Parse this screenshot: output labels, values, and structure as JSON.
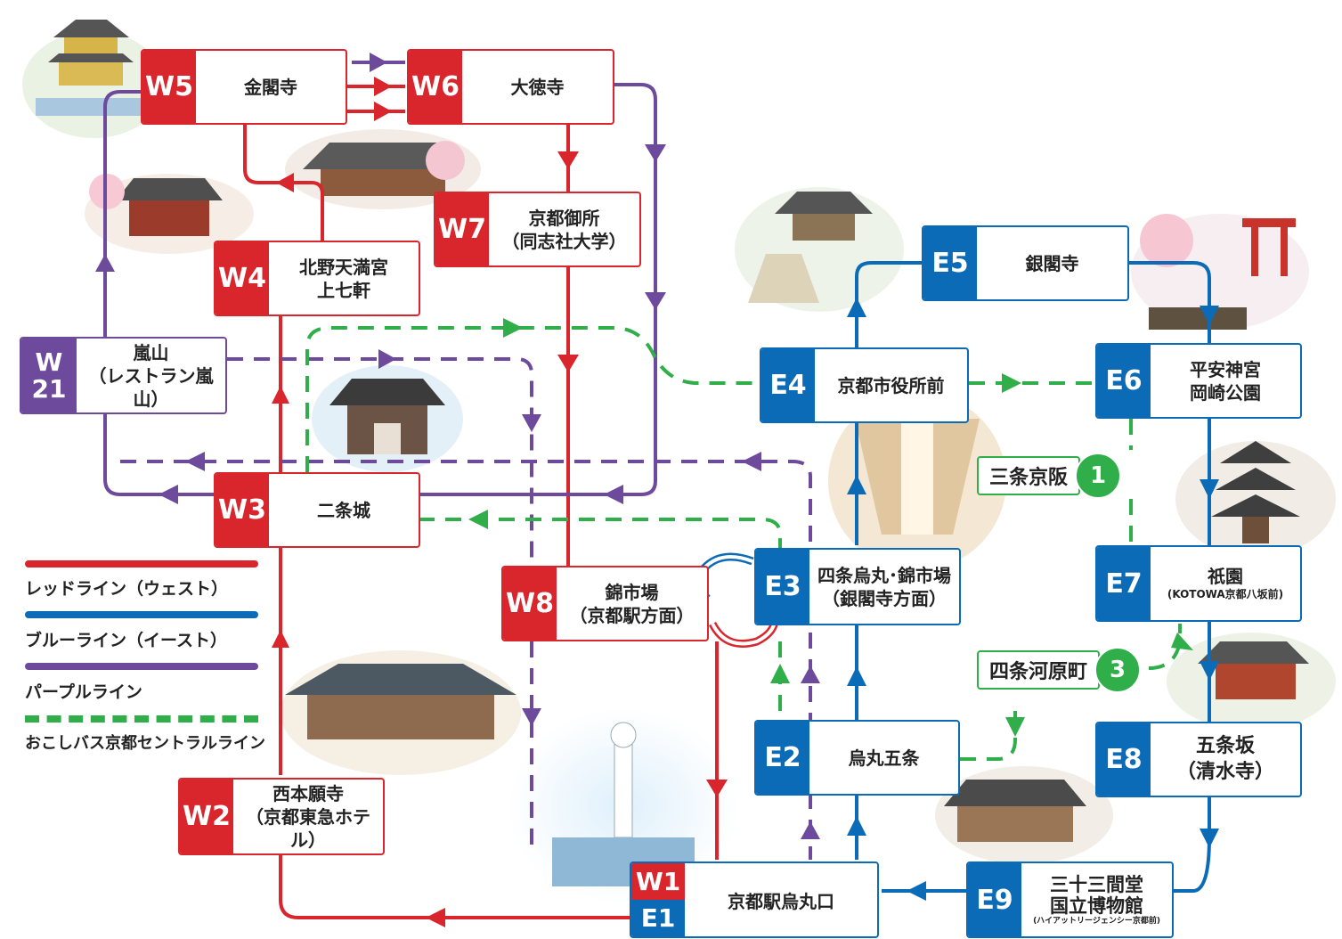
{
  "stops": {
    "w5": {
      "code": "W5",
      "name": "金閣寺"
    },
    "w6": {
      "code": "W6",
      "name": "大徳寺"
    },
    "w7": {
      "code": "W7",
      "line1": "京都御所",
      "line2": "（同志社大学）"
    },
    "w4": {
      "code": "W4",
      "line1": "北野天満宮",
      "line2": "上七軒"
    },
    "w21": {
      "code_top": "W",
      "code_bottom": "21",
      "line1": "嵐山",
      "line2": "（レストラン嵐山）"
    },
    "w3": {
      "code": "W3",
      "name": "二条城"
    },
    "w8": {
      "code": "W8",
      "line1": "錦市場",
      "line2": "（京都駅方面）"
    },
    "w2": {
      "code": "W2",
      "line1": "西本願寺",
      "line2": "（京都東急ホテル）"
    },
    "w1e1": {
      "code_w": "W1",
      "code_e": "E1",
      "name": "京都駅烏丸口"
    },
    "e5": {
      "code": "E5",
      "name": "銀閣寺"
    },
    "e4": {
      "code": "E4",
      "name": "京都市役所前"
    },
    "e6": {
      "code": "E6",
      "line1": "平安神宮",
      "line2": "岡崎公園"
    },
    "e3": {
      "code": "E3",
      "line1": "四条烏丸･錦市場",
      "line2": "（銀閣寺方面）"
    },
    "e7": {
      "code": "E7",
      "line1": "祇園",
      "line2": "(KOTOWA京都八坂前)"
    },
    "e2": {
      "code": "E2",
      "name": "烏丸五条"
    },
    "e8": {
      "code": "E8",
      "line1": "五条坂",
      "line2": "（清水寺）"
    },
    "e9": {
      "code": "E9",
      "line1": "三十三間堂",
      "line2": "国立博物館",
      "line3": "(ハイアットリージェンシー京都前)"
    }
  },
  "transfers": {
    "t1": {
      "label": "三条京阪",
      "num": "1"
    },
    "t3": {
      "label": "四条河原町",
      "num": "3"
    }
  },
  "legend": {
    "red": "レッドライン（ウェスト）",
    "blue": "ブルーライン（イースト）",
    "purple": "パープルライン",
    "green": "おこしバス京都セントラルライン"
  },
  "colors": {
    "red": "#d9252c",
    "blue": "#0b6bb6",
    "purple": "#6d4a9c",
    "green": "#2fae49"
  },
  "illustrations": [
    "kinkakuji",
    "daitokuji",
    "kitano-tenmangu",
    "nijo-castle-gate",
    "ginkakuji",
    "heian-shrine",
    "nishiki-market",
    "yasaka-pagoda",
    "kiyomizu-dera",
    "nishi-honganji",
    "kyoto-tower",
    "sanjusangendo"
  ]
}
